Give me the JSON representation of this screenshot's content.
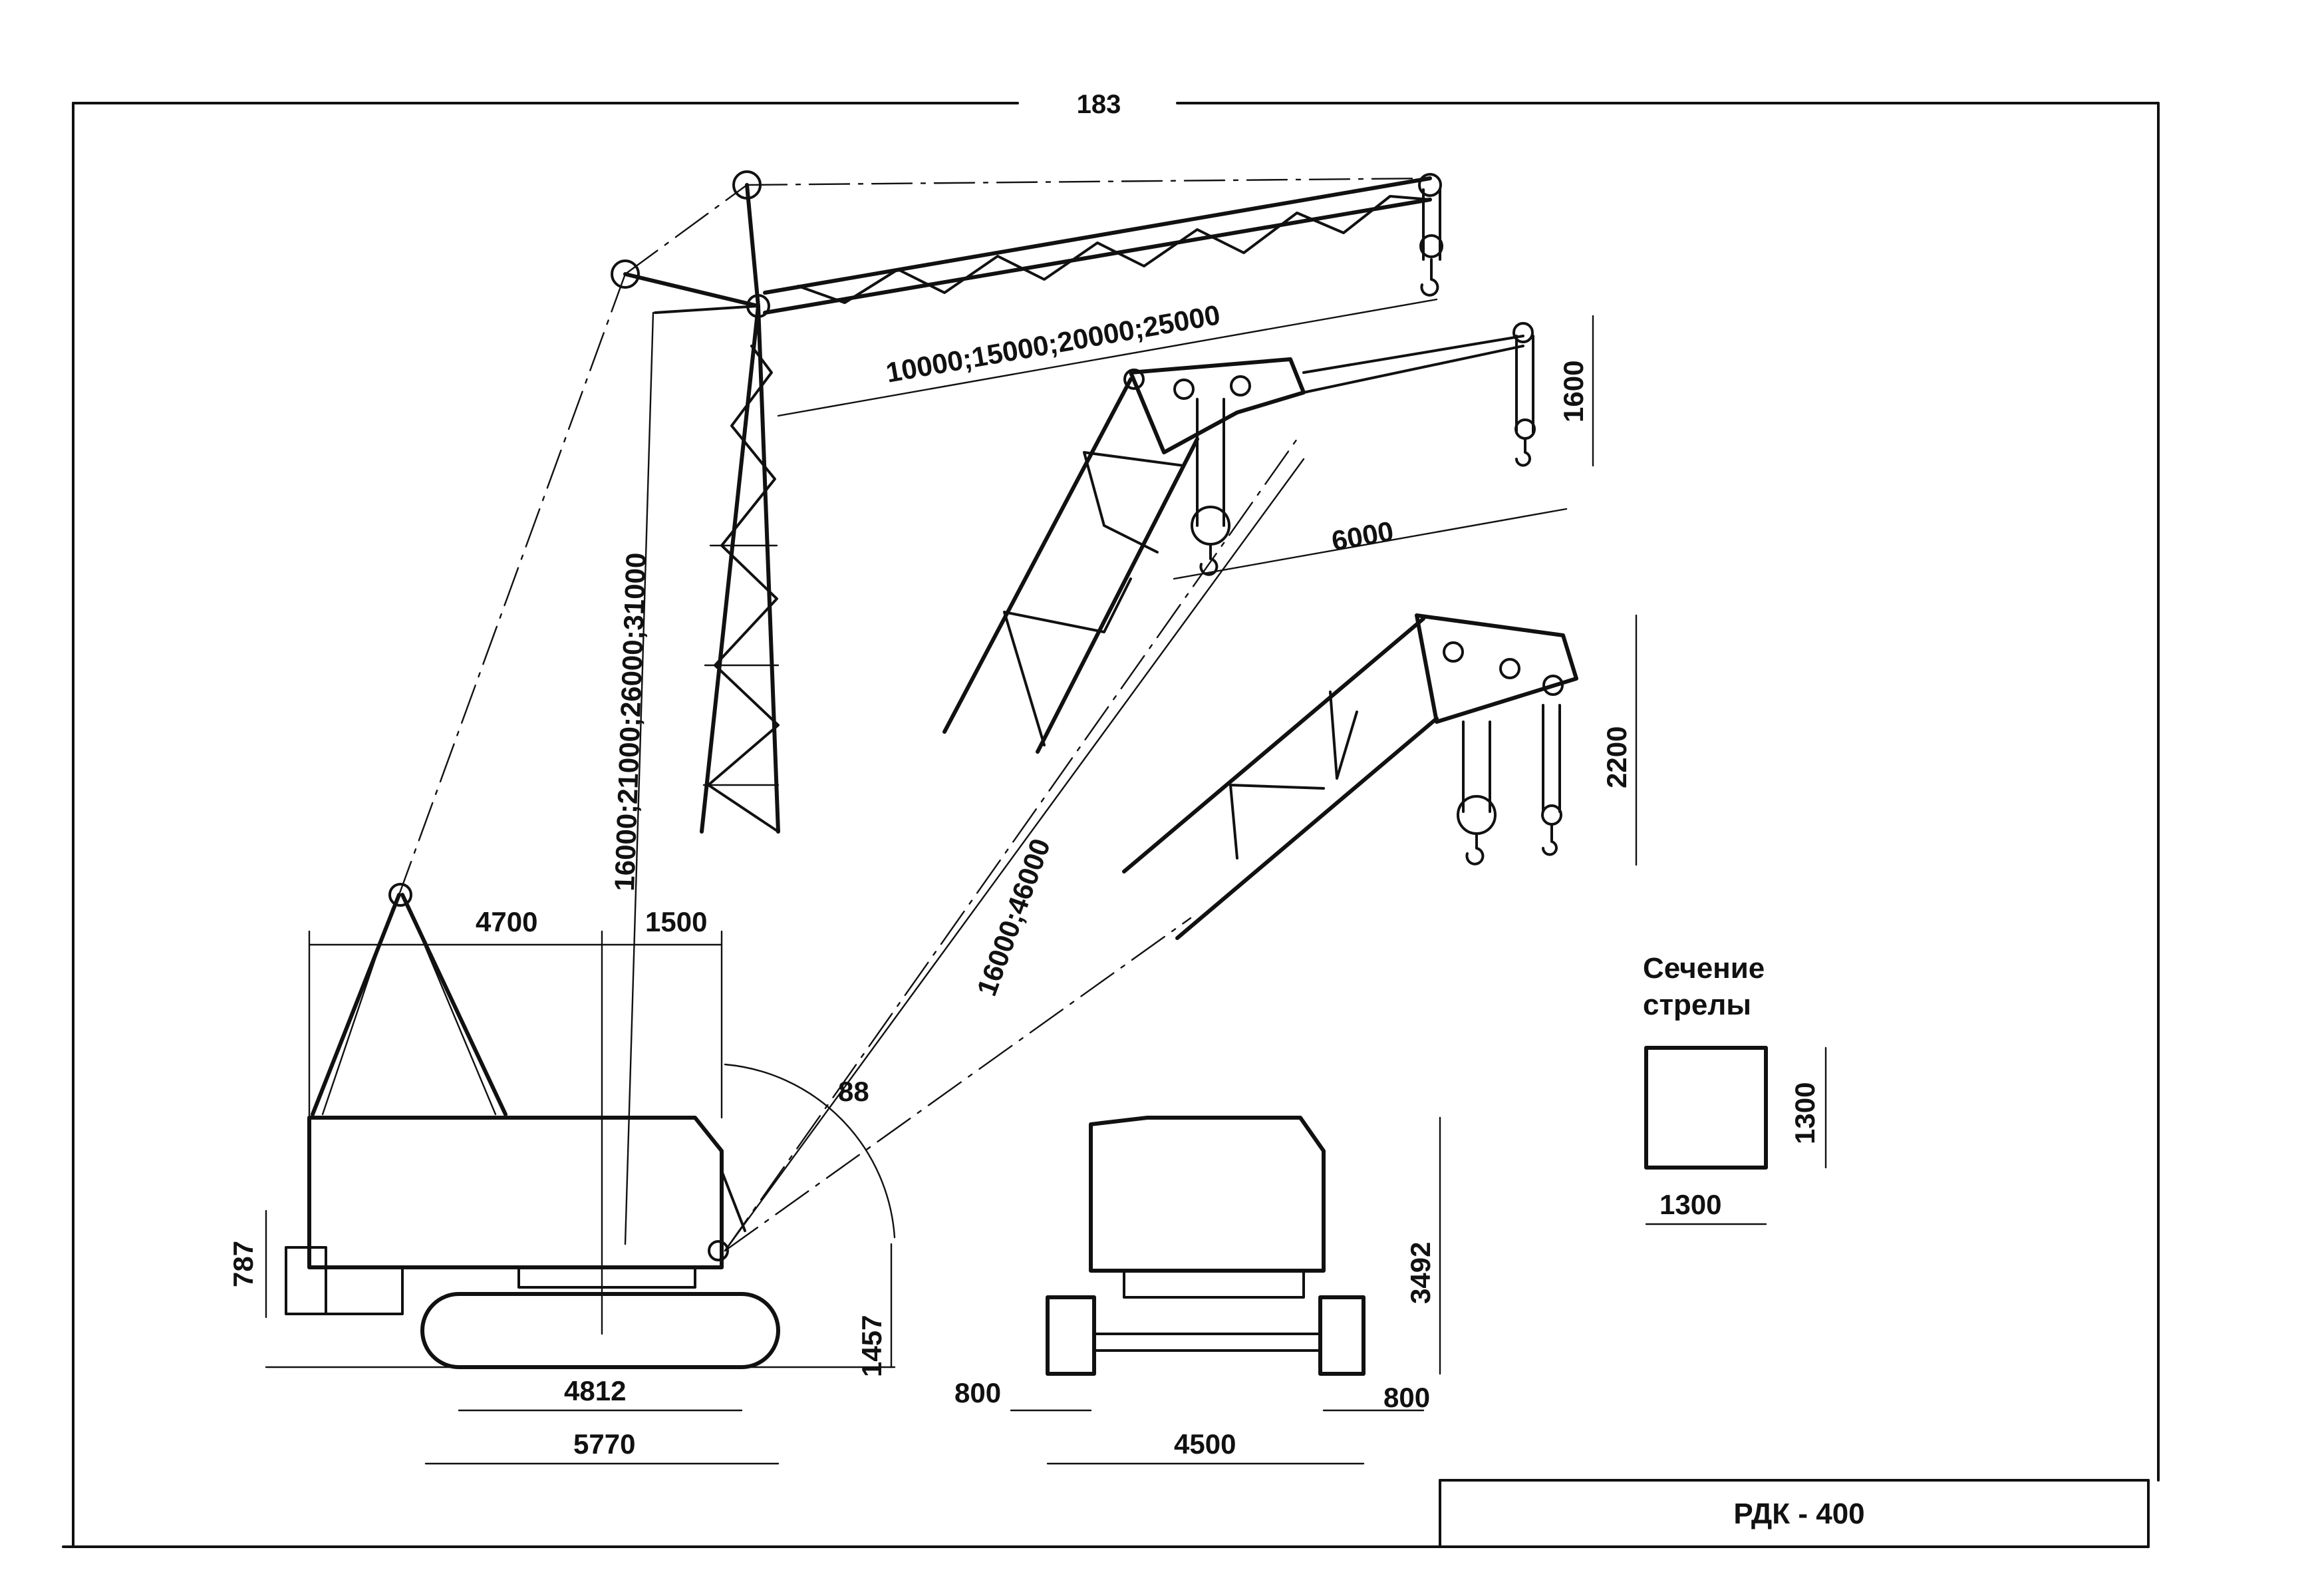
{
  "page_number": "183",
  "title_block": {
    "model": "РДК - 400"
  },
  "section": {
    "title_line1": "Сечение",
    "title_line2": "стрелы",
    "width": "1300",
    "height": "1300"
  },
  "dimensions": {
    "jib_length": "10000;15000;20000;25000",
    "tower_height": "16000;21000;26000;31000",
    "boom_length": "16000;46000",
    "short_jib_length": "6000",
    "short_jib_height": "1600",
    "head_height": "2200",
    "dim_4700": "4700",
    "dim_1500": "1500",
    "angle": "88",
    "dim_787": "787",
    "dim_1457": "1457",
    "dim_4812": "4812",
    "dim_5770": "5770",
    "front_height": "3492",
    "front_left": "800",
    "front_right": "800",
    "front_track": "4500"
  }
}
